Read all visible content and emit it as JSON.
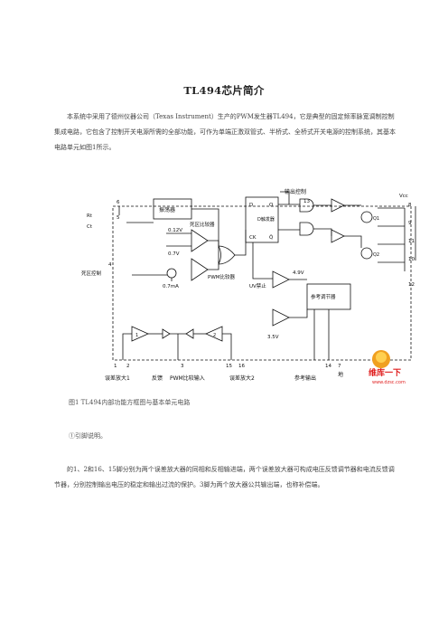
{
  "doc": {
    "title": "TL494芯片简介",
    "intro": "本系统中采用了德州仪器公司（Texas Instrument）生产的PWM发生器TL494，它是典型的固定频率脉宽调制控制集成电路，它包含了控制开关电源所需的全部功能，可作为单端正激双管式、半桥式、全桥式开关电源的控制系统，其基本电路单元如图1所示。",
    "caption": "图1 TL494内部功能方框图与基本单元电路",
    "pin_note": "①引脚说明。",
    "pin_desc": "的1、2和16、15脚分别为两个误差放大器的同相和反相输进端，两个误差放大器可构成电压反馈调节器和电流反馈调节器，分别控制输出电压的稳定和输出过流的保护。3脚为两个放大器公共输出端，也称补偿端。"
  },
  "diagram": {
    "output_control": "输出控制",
    "vcc": "Vcc",
    "oscillator": "振荡器",
    "deadtime_comparator": "死区比较器",
    "dff_d": "D",
    "dff_q": "Q",
    "dff_qbar": "Q̄",
    "dff_ck": "CK",
    "dff_label": "D触发器",
    "pin6": "6",
    "pin5": "5",
    "pin4": "4",
    "pin13": "13",
    "pin8": "8",
    "pin9": "9",
    "pin11": "11",
    "pin10": "10",
    "pin12": "12",
    "pin14": "14",
    "pin7": "7",
    "pin3": "3",
    "pin15": "15",
    "pin16": "16",
    "pin2": "2",
    "pin1": "1",
    "rt": "Rt",
    "ct": "Ct",
    "v012": "0.12V",
    "v07": "0.7V",
    "ma07": "0.7mA",
    "deadtime_control": "死区控制",
    "pwm_comparator": "PWM比较器",
    "uv_lockout": "UV禁止",
    "v49": "4.9V",
    "v35": "3.5V",
    "ref_regulator": "参考调节器",
    "q1": "Q1",
    "q2": "Q2",
    "amp1": "1",
    "amp2": "2",
    "bottom_err1": "误差放大1",
    "bottom_feedback": "反馈",
    "bottom_pwm_input": "PWM比较输入",
    "bottom_err2": "误差放大2",
    "bottom_ref_out": "参考输出",
    "bottom_ground": "地"
  },
  "watermark": {
    "brand": "维库一下",
    "url": "www.dzsc.com"
  }
}
